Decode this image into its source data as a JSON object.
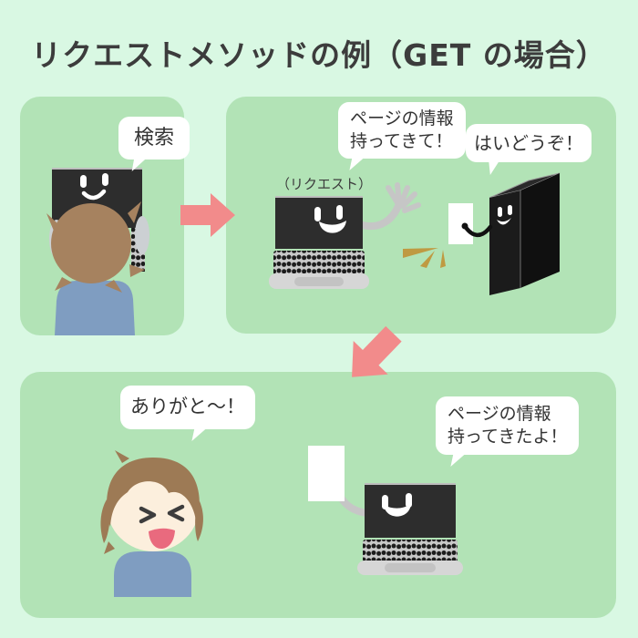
{
  "title": "リクエストメソッドの例（GET の場合）",
  "panel_user": {
    "bubble_search": "検索"
  },
  "panel_request": {
    "request_bubble_line1": "ページの情報",
    "request_bubble_line2": "持ってきて！",
    "request_label": "（リクエスト）",
    "server_bubble": "はいどうぞ！"
  },
  "panel_response": {
    "thanks_bubble": "ありがと〜！",
    "response_bubble_line1": "ページの情報",
    "response_bubble_line2": "持ってきたよ！"
  },
  "colors": {
    "background": "#d9f8e3",
    "panel_green": "#b2e3b6",
    "arrow_pink": "#f28b8b",
    "bubble_white": "#ffffff",
    "text_dark": "#3c3c3c",
    "emphasis_gold": "#bf9a42",
    "skin": "#fcefdd",
    "hair_brown": "#9d7a55",
    "shirt_blue": "#7f9dc1",
    "device_dark": "#2d2d2d"
  }
}
